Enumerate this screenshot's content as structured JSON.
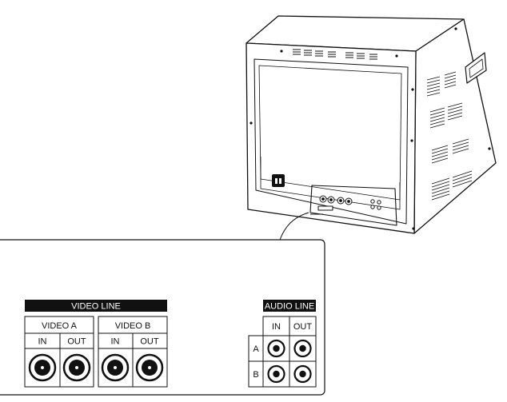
{
  "video_line": {
    "header": "VIDEO LINE",
    "groups": [
      {
        "label": "VIDEO A",
        "in": "IN",
        "out": "OUT"
      },
      {
        "label": "VIDEO B",
        "in": "IN",
        "out": "OUT"
      }
    ]
  },
  "audio_line": {
    "header": "AUDIO LINE",
    "in": "IN",
    "out": "OUT",
    "rows": [
      "A",
      "B"
    ]
  },
  "colors": {
    "ink": "#111111",
    "background": "#ffffff"
  },
  "icons": [
    "bnc-connector-icon",
    "rca-jack-icon",
    "power-socket-icon"
  ]
}
